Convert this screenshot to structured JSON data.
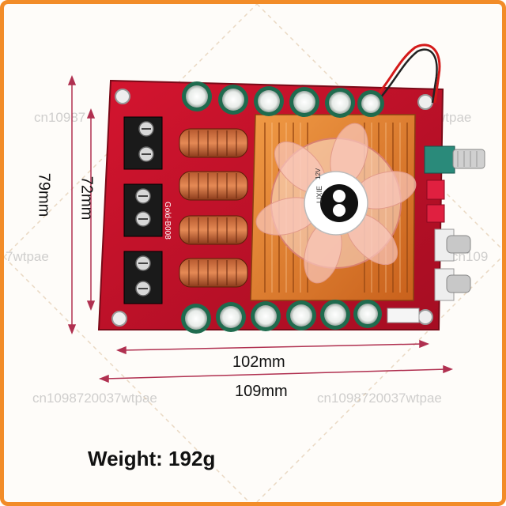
{
  "watermark": {
    "left_mid": "7wtpae",
    "right_mid": "cn109",
    "top_left": "cn10987",
    "top_right": "wtpae",
    "bottom_left": "cn1098720037wtpae",
    "bottom_right": "cn1098720037wtpae"
  },
  "board": {
    "silkscreen": "Gold-B008",
    "fan_label": "LIXIE",
    "fan_voltage": "12V"
  },
  "dimensions": {
    "height_outer": "79mm",
    "height_inner": "72mm",
    "width_inner": "102mm",
    "width_outer": "109mm"
  },
  "weight_label": "Weight: 192g",
  "colors": {
    "frame": "#f28c28",
    "pcb": "#c8102e",
    "heatsink": "#e07a2a",
    "dimension_line": "#b03050"
  }
}
